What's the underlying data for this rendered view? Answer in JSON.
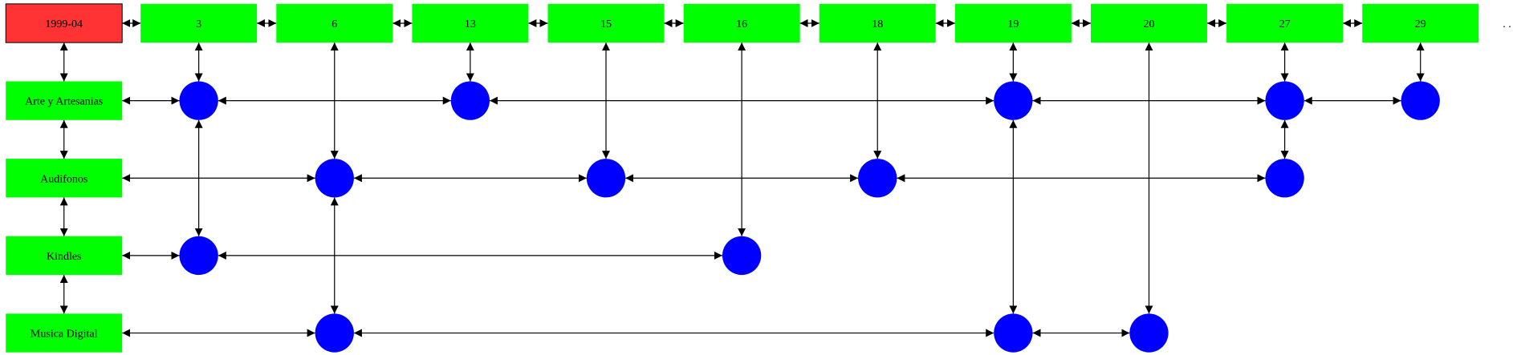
{
  "header": {
    "root_label": "1999-04",
    "root_color": "#ff3333",
    "columns": [
      "3",
      "6",
      "13",
      "15",
      "16",
      "18",
      "19",
      "20",
      "27",
      "29"
    ],
    "column_color": "#00ff00",
    "trailing": ". ."
  },
  "rows": [
    "Arte y Artesanias",
    "Audifonos",
    "Kindles",
    "Musica Digital"
  ],
  "row_color": "#00ff00",
  "node_color": "#0000ff",
  "nodes": [
    {
      "row": 0,
      "col": 0
    },
    {
      "row": 0,
      "col": 2
    },
    {
      "row": 0,
      "col": 6
    },
    {
      "row": 0,
      "col": 8
    },
    {
      "row": 0,
      "col": 9
    },
    {
      "row": 1,
      "col": 1
    },
    {
      "row": 1,
      "col": 3
    },
    {
      "row": 1,
      "col": 5
    },
    {
      "row": 1,
      "col": 8
    },
    {
      "row": 2,
      "col": 0
    },
    {
      "row": 2,
      "col": 4
    },
    {
      "row": 3,
      "col": 1
    },
    {
      "row": 3,
      "col": 6
    },
    {
      "row": 3,
      "col": 7
    }
  ]
}
